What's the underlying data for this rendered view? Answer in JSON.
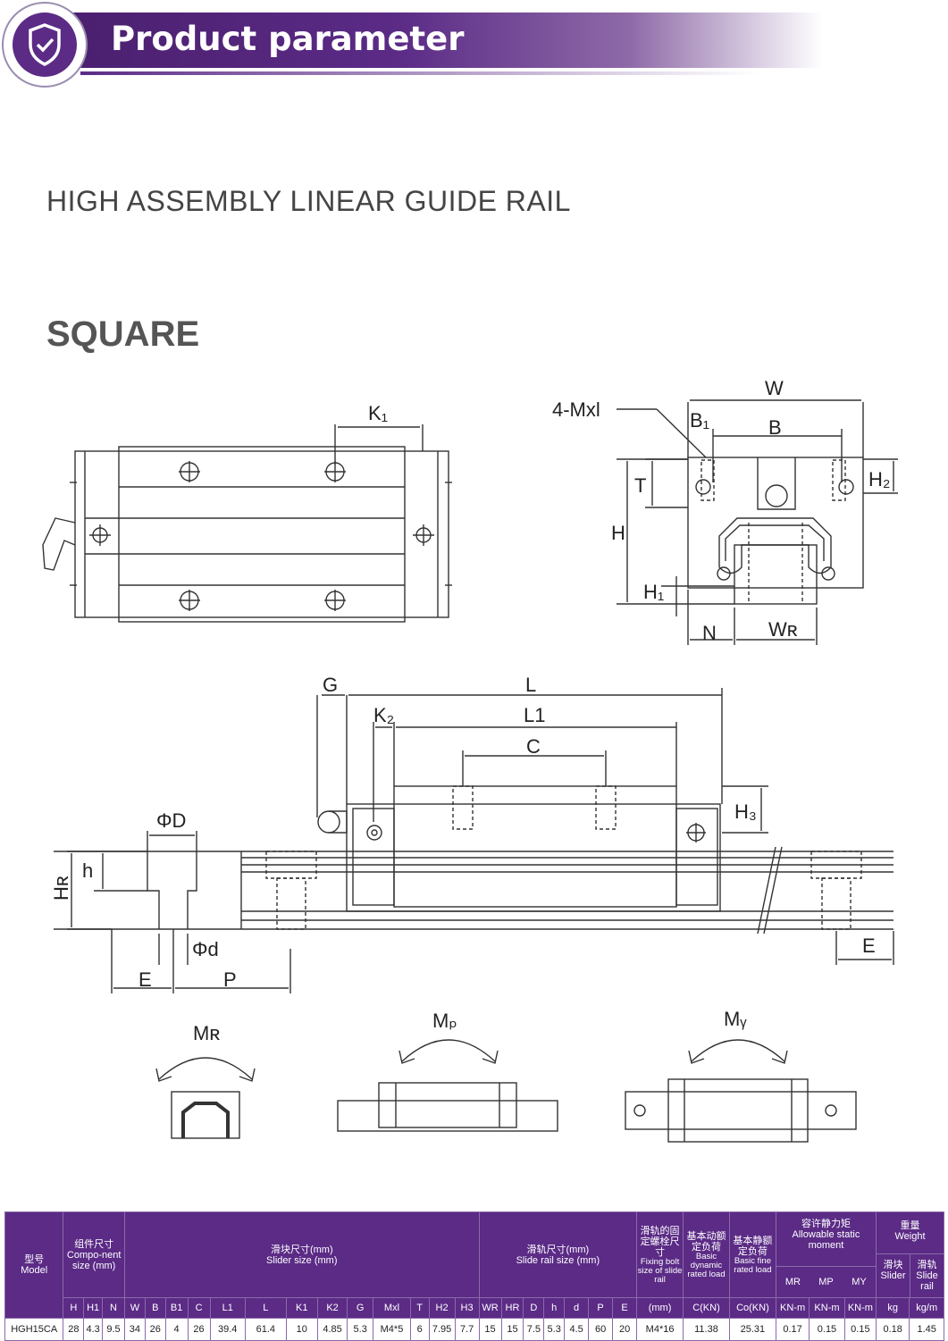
{
  "banner": {
    "title": "Product parameter"
  },
  "subtitle": "HIGH ASSEMBLY LINEAR GUIDE RAIL",
  "section_title": "SQUARE",
  "drawing_labels": {
    "k1": "K₁",
    "mxl": "4-Mxl",
    "w": "W",
    "b1": "B₁",
    "b": "B",
    "t": "T",
    "h2": "H₂",
    "h": "H",
    "h1": "H₁",
    "n": "N",
    "wr": "Wʀ",
    "g": "G",
    "l": "L",
    "k2": "K₂",
    "l1": "L1",
    "c": "C",
    "h3": "H₃",
    "phi_d_big": "ΦD",
    "hr": "Hʀ",
    "h_small": "h",
    "phi_d_small": "Φd",
    "e": "E",
    "p": "P",
    "mr": "Mʀ",
    "mp": "Mₚ",
    "my": "Mᵧ"
  },
  "table": {
    "groups": {
      "model": {
        "cn": "型号",
        "en": "Model"
      },
      "component": {
        "cn": "组件尺寸",
        "en": "Compo-nent size (mm)"
      },
      "slider": {
        "cn": "滑块尺寸(mm)",
        "en": "Slider size (mm)"
      },
      "rail": {
        "cn": "滑轨尺寸(mm)",
        "en": "Slide rail size (mm)"
      },
      "bolt": {
        "cn": "滑轨的固定螺栓尺寸",
        "en": "Fixing bolt size of slide rail"
      },
      "dynamic": {
        "cn": "基本动额定负荷",
        "en": "Basic dynamic rated load"
      },
      "static": {
        "cn": "基本静额定负荷",
        "en": "Basic fine rated load"
      },
      "moment": {
        "cn": "容许静力矩",
        "en": "Allowable static moment"
      },
      "weight": {
        "cn": "重量",
        "en": "Weight"
      },
      "slider_w": {
        "cn": "滑块",
        "en": "Slider"
      },
      "rail_w": {
        "cn": "滑轨",
        "en": "Slide rail"
      }
    },
    "moment_cols": [
      "MR",
      "MP",
      "MY"
    ],
    "moment_unit": "KN-m",
    "weight_units": [
      "kg",
      "kg/m"
    ],
    "columns": [
      "H",
      "H1",
      "N",
      "W",
      "B",
      "B1",
      "C",
      "L1",
      "L",
      "K1",
      "K2",
      "G",
      "Mxl",
      "T",
      "H2",
      "H3",
      "WR",
      "HR",
      "D",
      "h",
      "d",
      "P",
      "E",
      "(mm)",
      "C(KN)",
      "Co(KN)",
      "KN-m",
      "KN-m",
      "KN-m",
      "kg",
      "kg/m"
    ],
    "rows": [
      [
        "HGH15CA",
        "28",
        "4.3",
        "9.5",
        "34",
        "26",
        "4",
        "26",
        "39.4",
        "61.4",
        "10",
        "4.85",
        "5.3",
        "M4*5",
        "6",
        "7.95",
        "7.7",
        "15",
        "15",
        "7.5",
        "5.3",
        "4.5",
        "60",
        "20",
        "M4*16",
        "11.38",
        "25.31",
        "0.17",
        "0.15",
        "0.15",
        "0.18",
        "1.45"
      ]
    ]
  }
}
